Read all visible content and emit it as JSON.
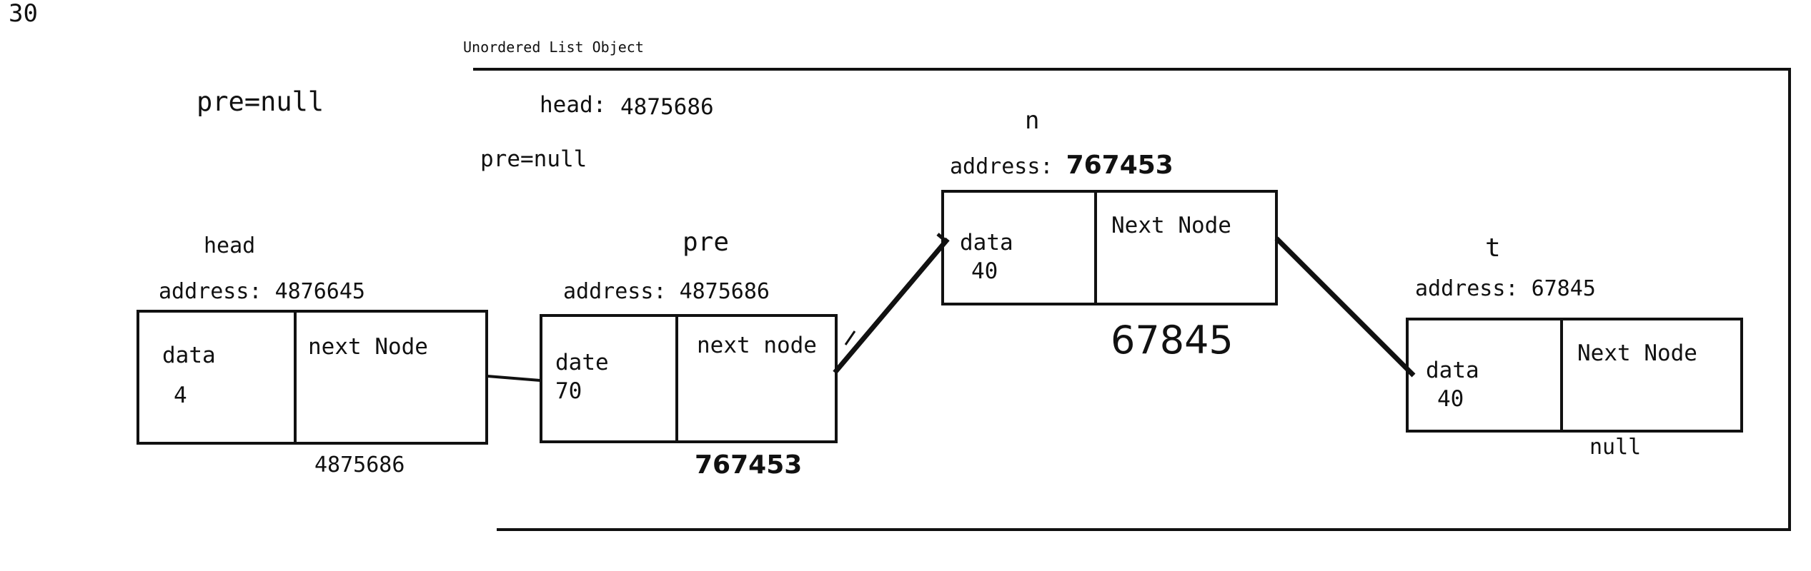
{
  "corner_label": "30",
  "frame_title": "Unordered List Object",
  "outside": {
    "pre_label": "pre=null"
  },
  "object": {
    "head_key": "head:",
    "head_value": "4875686",
    "pre_label": "pre=null"
  },
  "nodes": [
    {
      "id": "head",
      "name": "head",
      "address_key": "address:",
      "address_value": "4876645",
      "data_label": "data",
      "data_value": "4",
      "next_label": "next Node",
      "next_value": "4875686"
    },
    {
      "id": "pre",
      "name": "pre",
      "address_key": "address:",
      "address_value": "4875686",
      "data_label": "date",
      "data_value": "70",
      "next_label": "next node",
      "next_value": "767453"
    },
    {
      "id": "n",
      "name": "n",
      "address_key": "address:",
      "address_value": "767453",
      "data_label": "data",
      "data_value": "40",
      "next_label": "Next Node",
      "next_value": "67845"
    },
    {
      "id": "t",
      "name": "t",
      "address_key": "address:",
      "address_value": "67845",
      "data_label": "data",
      "data_value": "40",
      "next_label": "Next Node",
      "next_value": "null"
    }
  ]
}
